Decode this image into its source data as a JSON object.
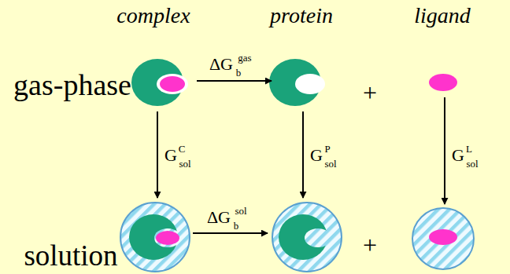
{
  "diagram": {
    "labels": [
      "complex",
      "protein",
      "ligand",
      "gas-phase",
      "ΔG",
      "gas",
      "b",
      "+",
      "G",
      "C",
      "sol",
      "G",
      "P",
      "sol",
      "G",
      "L",
      "sol",
      "solution",
      "ΔG",
      "sol",
      "b",
      "+"
    ]
  }
}
